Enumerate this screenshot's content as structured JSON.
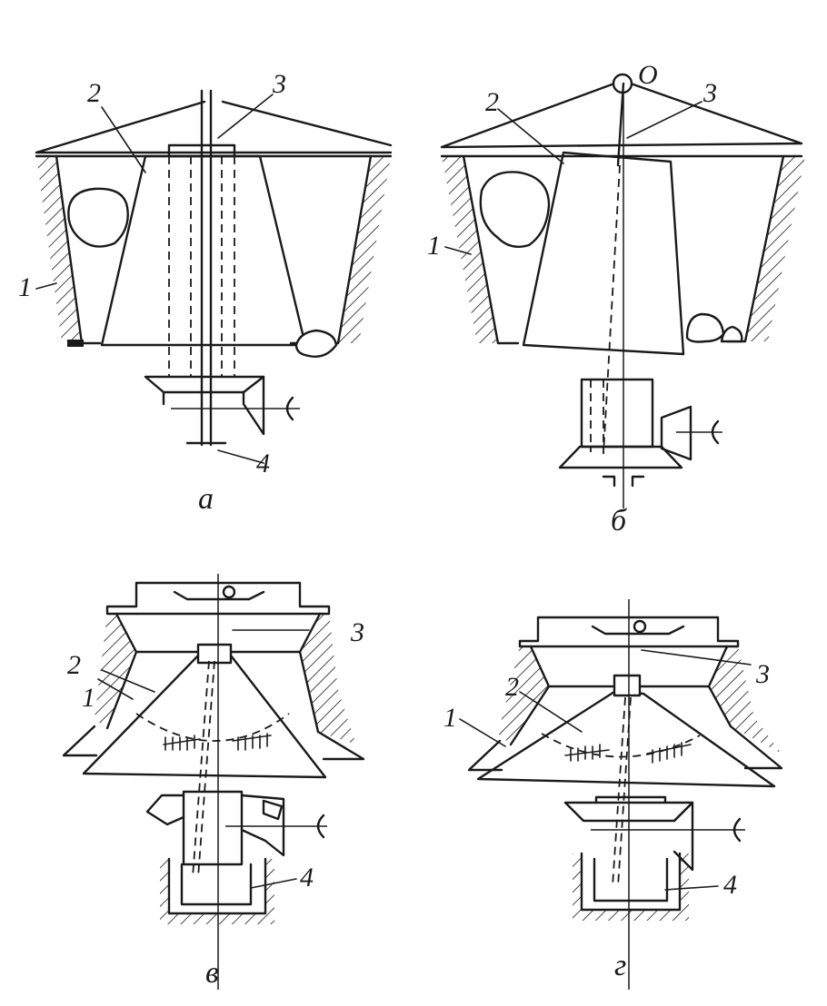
{
  "panels": [
    {
      "id": "a",
      "caption": "а",
      "labels": {
        "wall": "1",
        "cone": "2",
        "shaft": "3",
        "bearing": "4"
      }
    },
    {
      "id": "b",
      "caption": "б",
      "labels": {
        "wall": "1",
        "cone": "2",
        "shaft": "3",
        "pivot": "O"
      }
    },
    {
      "id": "v",
      "caption": "в",
      "labels": {
        "wall": "1",
        "cone": "2",
        "shaft": "3",
        "bearing": "4"
      }
    },
    {
      "id": "g",
      "caption": "г",
      "labels": {
        "wall": "1",
        "cone": "2",
        "shaft": "3",
        "bearing": "4"
      }
    }
  ]
}
